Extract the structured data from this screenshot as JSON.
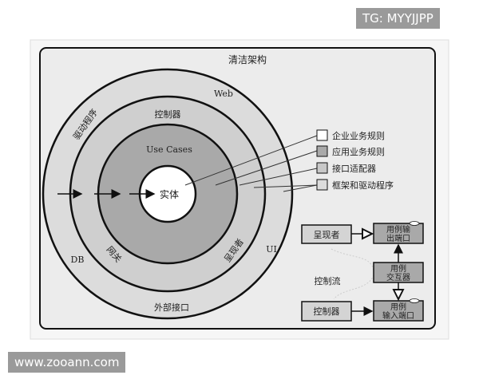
{
  "watermarks": {
    "top": "TG: MYYJJPP",
    "bottom": "www.zooann.com"
  },
  "diagram": {
    "title": "清洁架构",
    "rings": {
      "outer_top": "Web",
      "outer_left": "驱动程序",
      "outer_left_bottom": "DB",
      "outer_right_bottom": "UI",
      "outer_bottom": "外部接口",
      "adapter_top": "控制器",
      "adapter_left_bottom": "网关",
      "adapter_right_bottom": "呈现者",
      "usecases": "Use Cases",
      "entities": "实体"
    },
    "legend": [
      {
        "label": "企业业务规则",
        "color": "#ffffff"
      },
      {
        "label": "应用业务规则",
        "color": "#a9a9a9"
      },
      {
        "label": "接口适配器",
        "color": "#c8c8c8"
      },
      {
        "label": "框架和驱动程序",
        "color": "#dcdcdc"
      }
    ],
    "flow": {
      "presenter": "呈现者",
      "output_port": [
        "用例输",
        "出端口"
      ],
      "interactor": [
        "用例",
        "交互器"
      ],
      "controller": "控制器",
      "input_port": [
        "用例",
        "输入端口"
      ],
      "control_flow": "控制流"
    },
    "colors": {
      "frame_bg": "#ececec",
      "outer_ring": "#dcdcdc",
      "adapter_ring": "#cfcfcf",
      "usecase_ring": "#a9a9a9",
      "entity": "#ffffff"
    }
  }
}
